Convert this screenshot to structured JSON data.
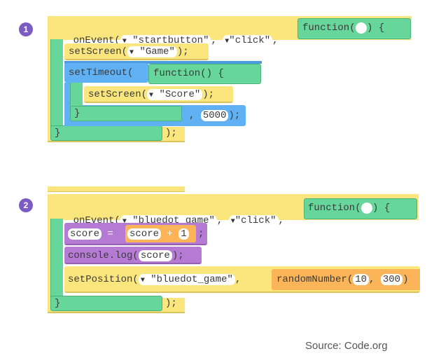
{
  "example1": {
    "badge": "1",
    "on_event_prefix": "onEvent(",
    "element_id": "\"startbutton\"",
    "event": "\"click\"",
    "func_label": "function(",
    "func_suffix": ") {",
    "set_screen_1": {
      "prefix": "setScreen(",
      "arg": "\"Game\"",
      "suffix": ");"
    },
    "set_timeout_prefix": "setTimeout(",
    "inner_func": "function() {",
    "set_screen_2": {
      "prefix": "setScreen(",
      "arg": "\"Score\"",
      "suffix": ");"
    },
    "inner_close": "}",
    "timeout_sep": ",",
    "timeout_ms": "5000",
    "timeout_end": ");",
    "outer_close": "}",
    "outer_end": ");"
  },
  "example2": {
    "badge": "2",
    "on_event_prefix": "onEvent(",
    "element_id": "\"bluedot_game\"",
    "event": "\"click\"",
    "func_label": "function(",
    "func_suffix": ") {",
    "assign": {
      "var": "score",
      "eq": "=",
      "expr_var": "score",
      "op": "+",
      "num": "1",
      "end": ";"
    },
    "console_log": {
      "prefix": "console.log(",
      "arg": "score",
      "suffix": ");"
    },
    "set_position": {
      "prefix": "setPosition(",
      "arg": "\"bluedot_game\"",
      "sep": ",",
      "random_prefix": "randomNumber(",
      "min": "10",
      "comma": ",",
      "max": "300",
      "random_suffix": ")"
    },
    "outer_close": "}",
    "outer_end": ");"
  },
  "icons": {
    "dropdown": "▼"
  },
  "source": "Source: Code.org"
}
